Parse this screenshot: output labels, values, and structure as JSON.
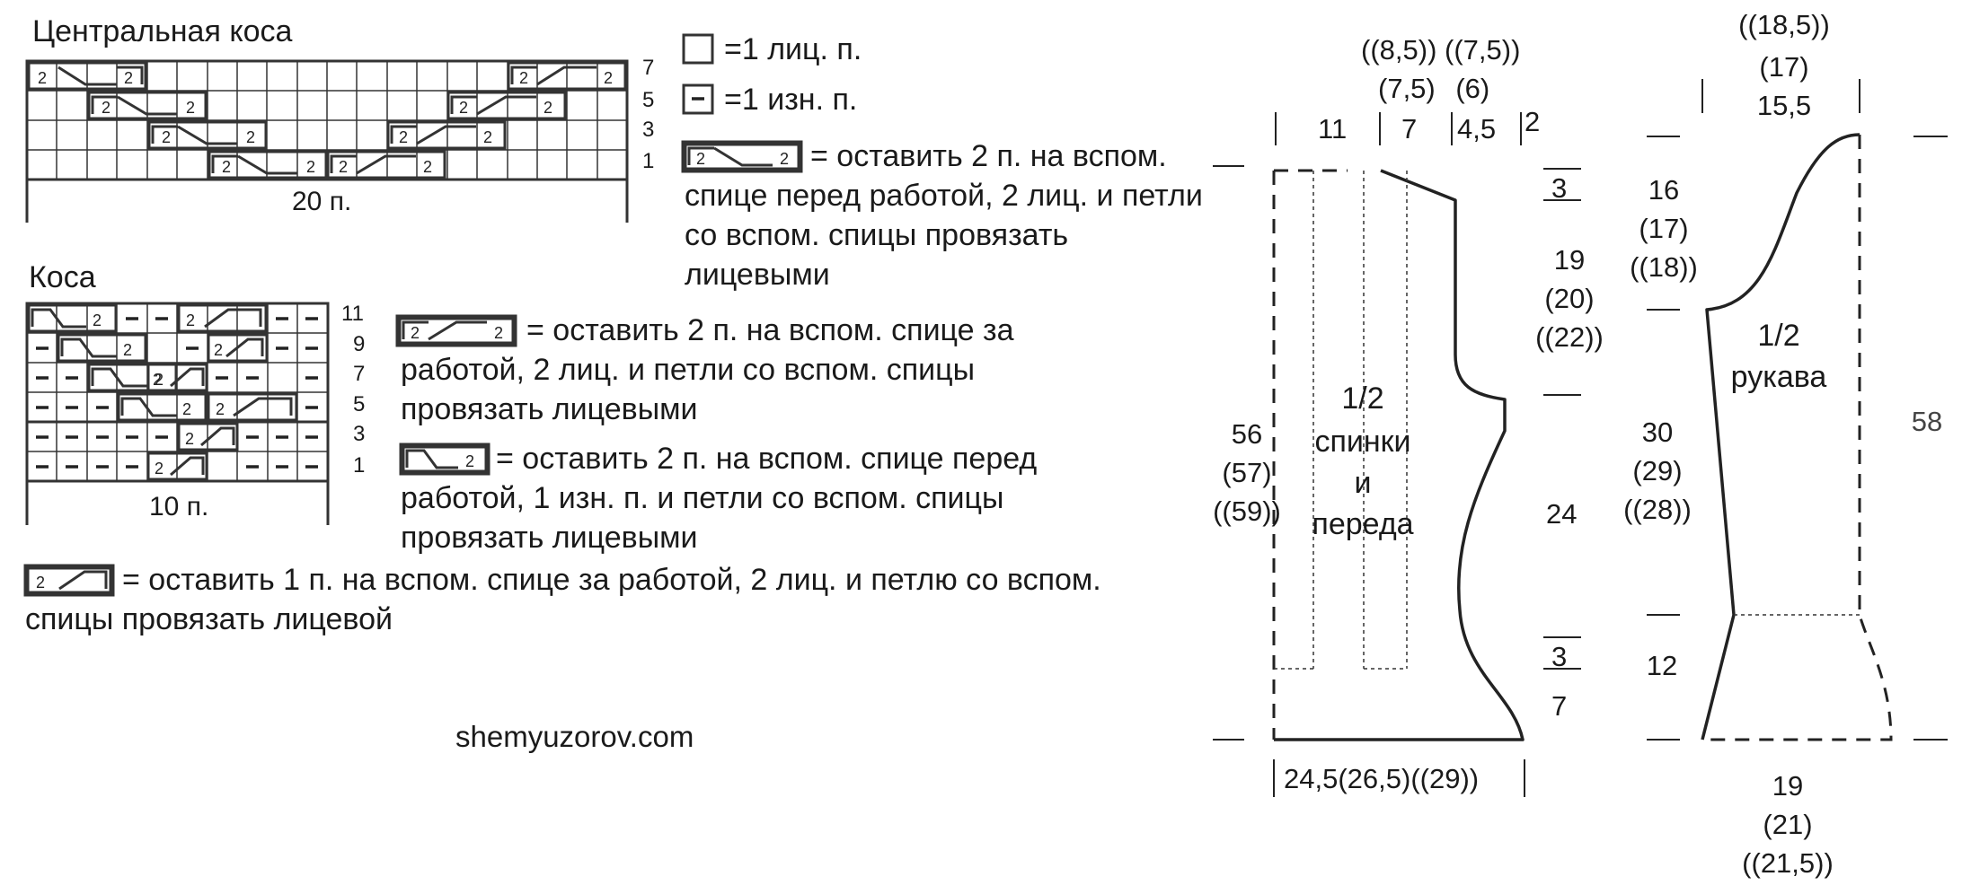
{
  "central": {
    "title": "Центральная коса",
    "rows": [
      "7",
      "5",
      "3",
      "1"
    ],
    "count": "20 п."
  },
  "braid": {
    "title": "Коса",
    "rows": [
      "11",
      "9",
      "7",
      "5",
      "3",
      "1"
    ],
    "count": "10 п."
  },
  "legend": {
    "knit": "=1 лиц. п.",
    "purl": "=1 изн. п.",
    "cross_front": "= оставить 2 п. на вспом. спице перед работой, 2 лиц. и петли со вспом. спицы провязать лицевыми",
    "cross_back": "= оставить 2 п. на вспом. спице за работой, 2 лиц. и петли со вспом. спицы провязать лицевыми",
    "cross_front_purl": "= оставить 2 п. на вспом. спице перед работой, 1 изн. п. и петли со вспом. спицы провязать лицевыми",
    "cross_back_one": "= оставить 1 п. на вспом. спице за работой, 2 лиц. и петлю со вспом. спицы провязать лицевой"
  },
  "site": "shemyuzorov.com",
  "body_piece": {
    "label": [
      "1/2",
      "спинки",
      "и",
      "переда"
    ],
    "top_sizes": [
      "((8,5)) ((7,5))",
      "(7,5)  (6)"
    ],
    "top_segments": [
      "11",
      "7",
      "4,5",
      "2"
    ],
    "right_dims": [
      "3",
      "19",
      "(20)",
      "((22))",
      "24",
      "3",
      "7"
    ],
    "left_dims": [
      "56",
      "(57)",
      "((59))"
    ],
    "bottom": "24,5(26,5)((29))"
  },
  "sleeve_piece": {
    "label": [
      "1/2",
      "рукава"
    ],
    "top": [
      "((18,5))",
      "(17)",
      "15,5"
    ],
    "left_dims": [
      "16",
      "(17)",
      "((18))",
      "30",
      "(29)",
      "((28))",
      "12"
    ],
    "right_dim": "58",
    "bottom": [
      "19",
      "(21)",
      "((21,5))"
    ]
  },
  "icons": [
    "knit-cell-icon",
    "purl-cell-icon",
    "cable-cross-front-icon",
    "cable-cross-back-icon",
    "cable-cross-front-purl-icon",
    "cable-cross-back-one-icon"
  ]
}
